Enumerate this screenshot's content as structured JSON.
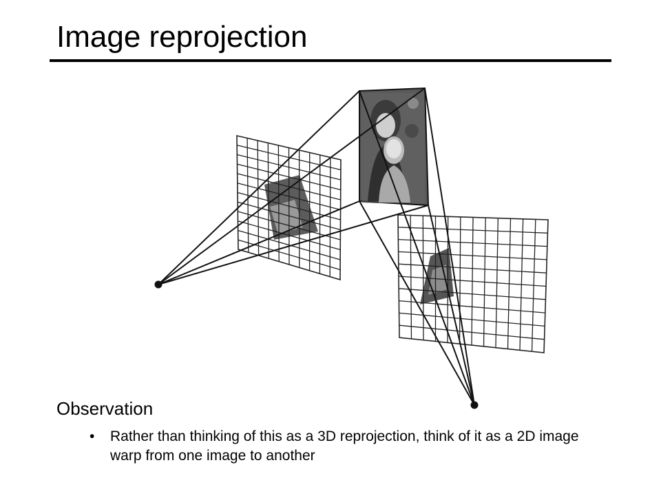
{
  "slide": {
    "title": "Image reprojection",
    "heading": "Observation",
    "bullet": "Rather than thinking of this as a 3D reprojection, think of it as a 2D image warp from one image to another"
  },
  "figure": {
    "colors": {
      "ink": "#111111",
      "grid": "#222222",
      "photo_dark": "#3a3a3a",
      "photo_mid": "#7a7a7a",
      "photo_light": "#d8d8d8"
    }
  }
}
